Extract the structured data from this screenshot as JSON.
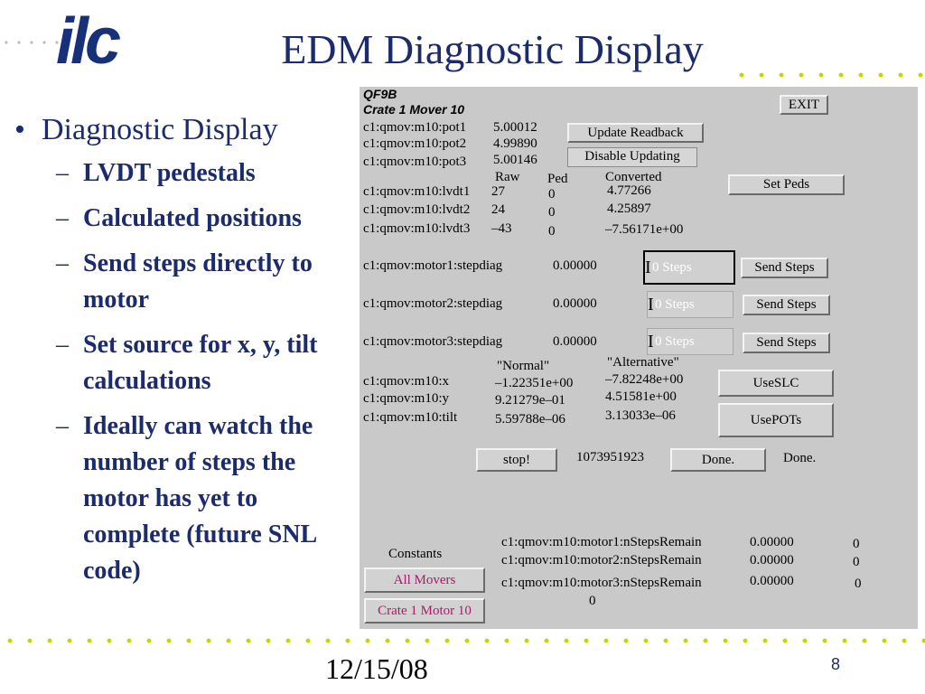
{
  "slide": {
    "title": "EDM Diagnostic Display",
    "bullets": [
      {
        "text": "Diagnostic Display",
        "level": 1
      },
      {
        "text": "LVDT pedestals",
        "level": 2
      },
      {
        "text": "Calculated positions",
        "level": 2
      },
      {
        "text": "Send steps directly to motor",
        "level": 2
      },
      {
        "text": "Set source for x, y, tilt calculations",
        "level": 2
      },
      {
        "text": "Ideally can watch the number of steps the motor has yet to complete (future SNL code)",
        "level": 2
      }
    ],
    "bullet_mark_1": "•",
    "bullet_mark_2": "–",
    "date": "12/15/08",
    "page_number": "8",
    "logo_text": "ilc",
    "colors": {
      "title": "#1b2b6b",
      "dots": "#c8d400",
      "panel_bg": "#c9c9c9",
      "pink_text": "#aa1a6a"
    }
  },
  "panel": {
    "header_line1": "QF9B",
    "header_line2": "Crate 1 Mover 10",
    "exit_label": "EXIT",
    "pots": [
      {
        "pv": "c1:qmov:m10:pot1",
        "value": "5.00012"
      },
      {
        "pv": "c1:qmov:m10:pot2",
        "value": "4.99890"
      },
      {
        "pv": "c1:qmov:m10:pot3",
        "value": "5.00146"
      }
    ],
    "update_readback_label": "Update Readback",
    "disable_updating_label": "Disable Updating",
    "lvdt_headers": {
      "raw": "Raw",
      "ped": "Ped",
      "converted": "Converted"
    },
    "lvdts": [
      {
        "pv": "c1:qmov:m10:lvdt1",
        "raw": "27",
        "ped": "0",
        "converted": "4.77266"
      },
      {
        "pv": "c1:qmov:m10:lvdt2",
        "raw": "24",
        "ped": "0",
        "converted": "4.25897"
      },
      {
        "pv": "c1:qmov:m10:lvdt3",
        "raw": "–43",
        "ped": "0",
        "converted": "–7.56171e+00"
      }
    ],
    "set_peds_label": "Set Peds",
    "motors": [
      {
        "pv": "c1:qmov:motor1:stepdiag",
        "value": "0.00000",
        "entry": "0 Steps",
        "send_label": "Send Steps"
      },
      {
        "pv": "c1:qmov:motor2:stepdiag",
        "value": "0.00000",
        "entry": "0 Steps",
        "send_label": "Send Steps"
      },
      {
        "pv": "c1:qmov:motor3:stepdiag",
        "value": "0.00000",
        "entry": "0 Steps",
        "send_label": "Send Steps"
      }
    ],
    "calc_headers": {
      "normal": "\"Normal\"",
      "alternative": "\"Alternative\""
    },
    "calcs": [
      {
        "pv": "c1:qmov:m10:x",
        "normal": "–1.22351e+00",
        "alternative": "–7.82248e+00"
      },
      {
        "pv": "c1:qmov:m10:y",
        "normal": "9.21279e–01",
        "alternative": "4.51581e+00"
      },
      {
        "pv": "c1:qmov:m10:tilt",
        "normal": "5.59788e–06",
        "alternative": "3.13033e–06"
      }
    ],
    "use_slc_label": "UseSLC",
    "use_pots_label": "UsePOTs",
    "stop_label": "stop!",
    "counter_value": "1073951923",
    "done_button_label": "Done.",
    "done_status": "Done.",
    "constants_label": "Constants",
    "all_movers_label": "All Movers",
    "crate_motor_label": "Crate 1 Motor 10",
    "remaining": [
      {
        "pv": "c1:qmov:m10:motor1:nStepsRemain",
        "value": "0.00000",
        "count": "0"
      },
      {
        "pv": "c1:qmov:m10:motor2:nStepsRemain",
        "value": "0.00000",
        "count": "0"
      },
      {
        "pv": "c1:qmov:m10:motor3:nStepsRemain",
        "value": "0.00000",
        "count": "0"
      }
    ],
    "trailing_zero": "0"
  }
}
